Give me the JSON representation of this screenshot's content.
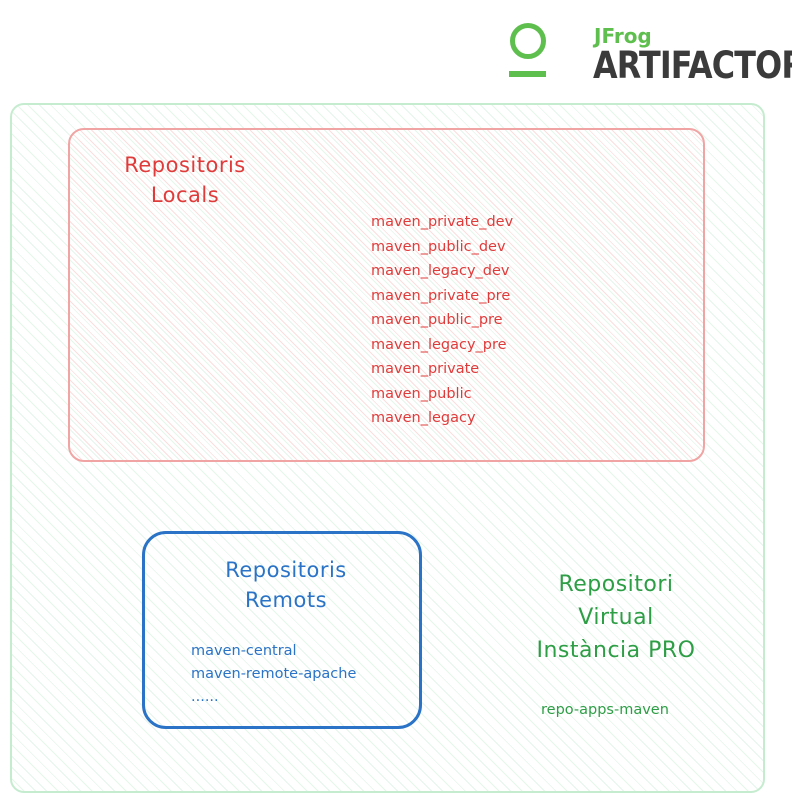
{
  "logo": {
    "small_text": "JFrog",
    "big_text": "ARTIFACTORY",
    "accent_color": "#5fbf4e"
  },
  "virtual": {
    "title_lines": [
      "Repositori",
      "Virtual",
      "Instància PRO"
    ],
    "repo": "repo-apps-maven",
    "color": "#2e9e46"
  },
  "local": {
    "title_lines": [
      "Repositoris",
      "Locals"
    ],
    "repos": [
      "maven_private_dev",
      "maven_public_dev",
      "maven_legacy_dev",
      "maven_private_pre",
      "maven_public_pre",
      "maven_legacy_pre",
      "maven_private",
      "maven_public",
      "maven_legacy"
    ],
    "color": "#e03b3b"
  },
  "remote": {
    "title_lines": [
      "Repositoris",
      "Remots"
    ],
    "repos": [
      "maven-central",
      "maven-remote-apache",
      "......"
    ],
    "color": "#2a73c6"
  }
}
